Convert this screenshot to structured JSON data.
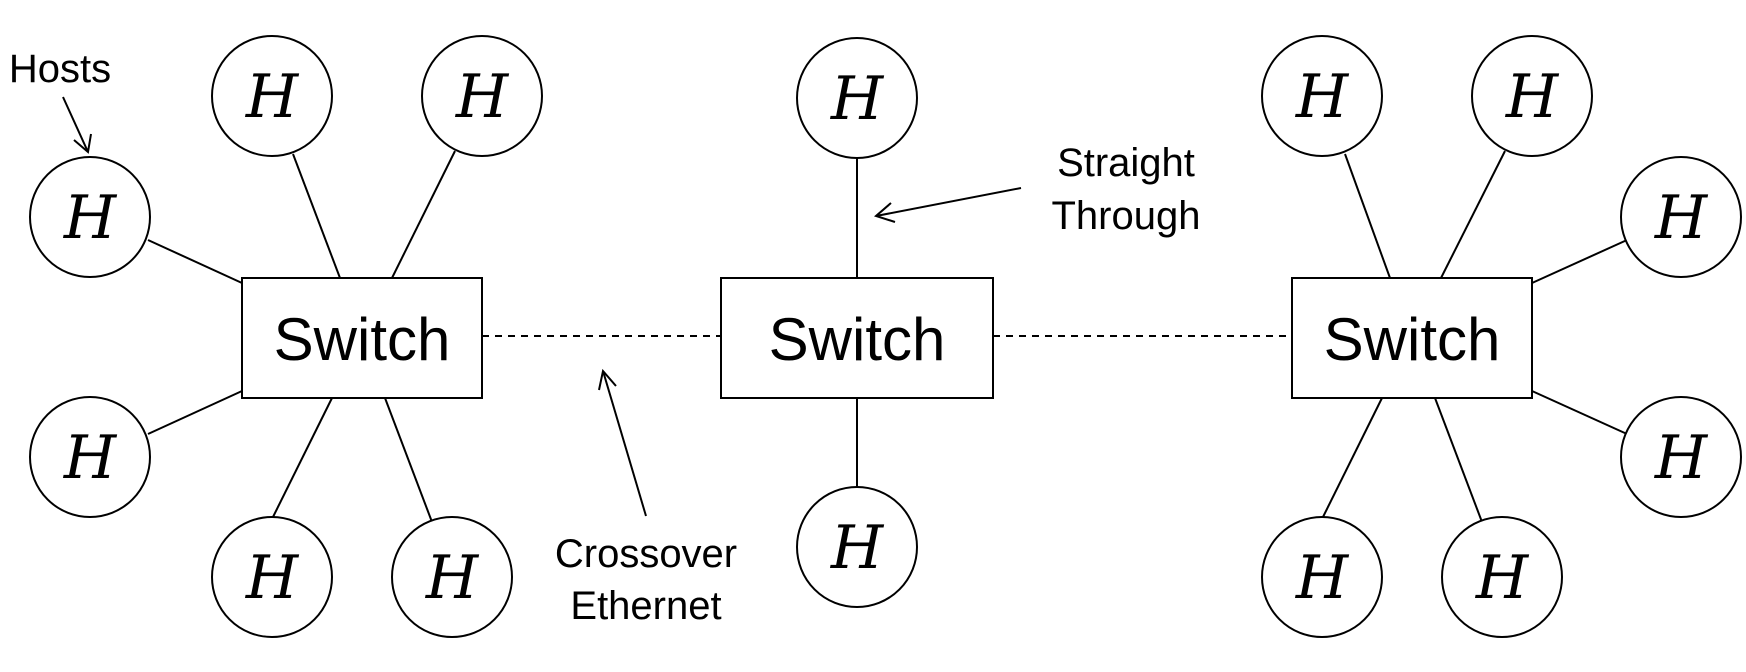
{
  "host_label": "H",
  "switch_label": "Switch",
  "annotations": {
    "hosts": "Hosts",
    "straight_through": [
      "Straight",
      "Through"
    ],
    "crossover_ethernet": [
      "Crossover",
      "Ethernet"
    ]
  },
  "colors": {
    "stroke": "#000000",
    "background": "#ffffff"
  },
  "switches": [
    {
      "id": "left",
      "host_count": 6
    },
    {
      "id": "middle",
      "host_count": 2
    },
    {
      "id": "right",
      "host_count": 6
    }
  ],
  "links": [
    {
      "from": "left",
      "to": "middle",
      "style": "dashed"
    },
    {
      "from": "middle",
      "to": "right",
      "style": "dashed"
    }
  ]
}
